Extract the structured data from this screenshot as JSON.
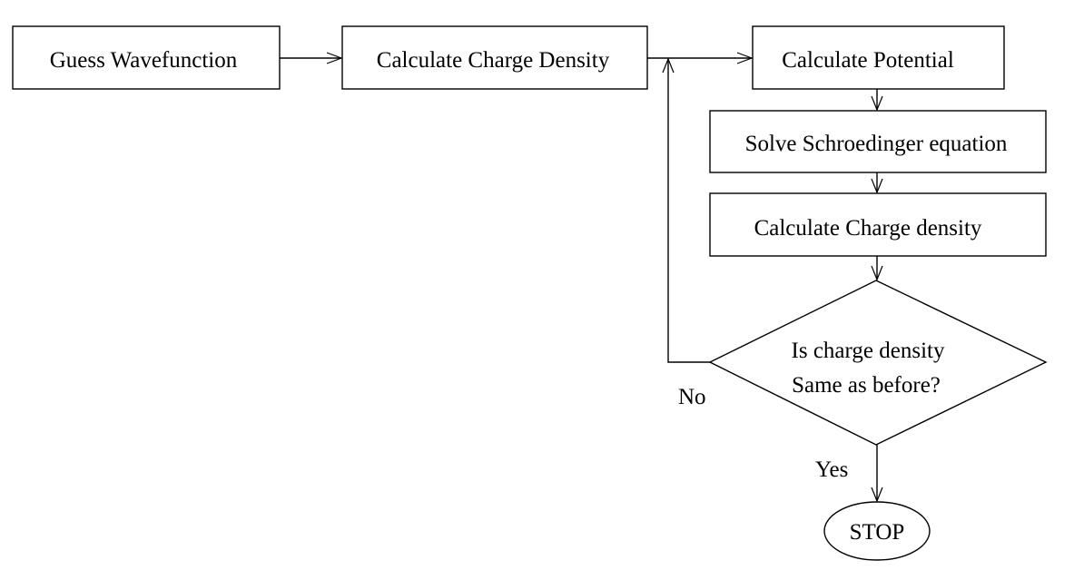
{
  "nodes": {
    "guess_wavefunction": "Guess Wavefunction",
    "calculate_charge_density": "Calculate Charge Density",
    "calculate_potential": "Calculate Potential",
    "solve_schroedinger": "Solve Schroedinger equation",
    "calculate_charge_density_2": "Calculate Charge density",
    "decision_line1": "Is charge density",
    "decision_line2": "Same as before?",
    "stop": "STOP"
  },
  "edges": {
    "no_label": "No",
    "yes_label": "Yes"
  }
}
